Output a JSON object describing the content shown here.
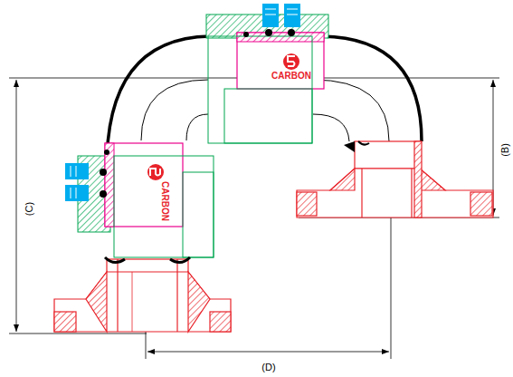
{
  "diagram": {
    "labels": [
      "CARBON",
      "CARBON",
      "(C)",
      "(B)",
      "(D)"
    ]
  }
}
